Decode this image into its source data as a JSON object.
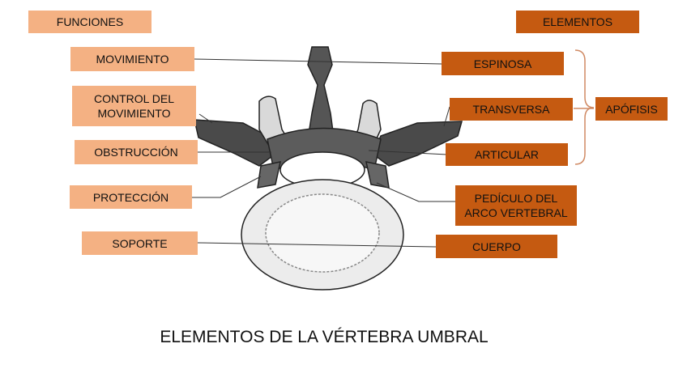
{
  "headers": {
    "functions": "FUNCIONES",
    "elements": "ELEMENTOS"
  },
  "functions": {
    "movimiento": "MOVIMIENTO",
    "control": "CONTROL DEL\nMOVIMIENTO",
    "obstruccion": "OBSTRUCCIÓN",
    "proteccion": "PROTECCIÓN",
    "soporte": "SOPORTE"
  },
  "elements": {
    "espinosa": "ESPINOSA",
    "transversa": "TRANSVERSA",
    "articular": "ARTICULAR",
    "pediculo": "PEDÍCULO DEL\nARCO VERTEBRAL",
    "cuerpo": "CUERPO",
    "apofisis": "APÓFISIS"
  },
  "caption": "ELEMENTOS DE LA VÉRTEBRA UMBRAL",
  "colors": {
    "function_fill": "#f4b183",
    "element_fill": "#c55a11",
    "bracket": "#d08a64"
  }
}
